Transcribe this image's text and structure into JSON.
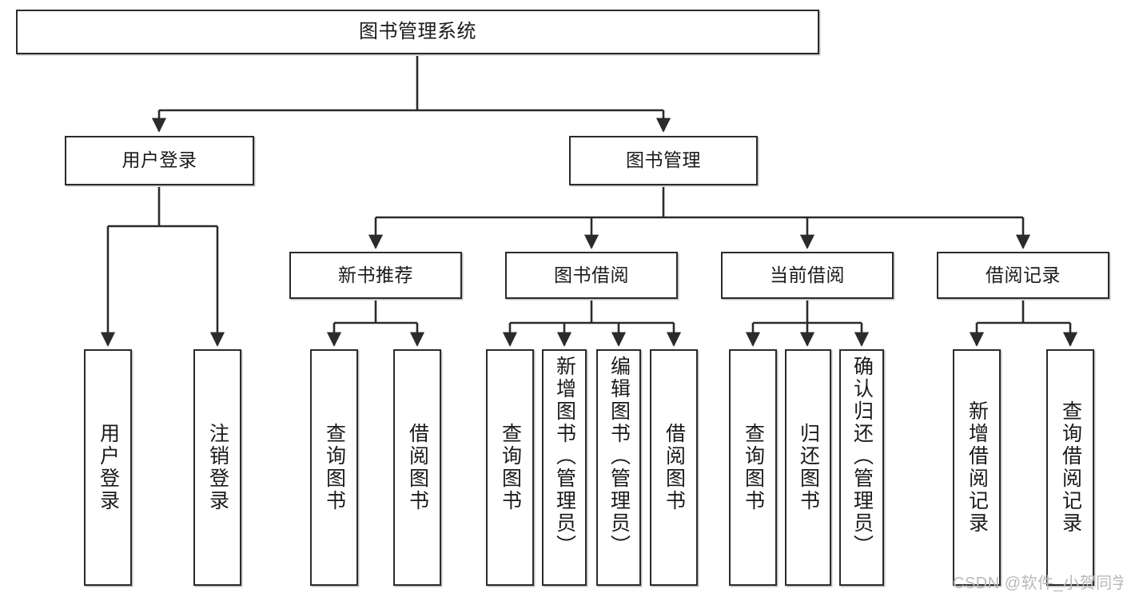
{
  "diagram": {
    "type": "tree",
    "title": "图书管理系统",
    "orientation": "top-down",
    "colors": {
      "node_border": "#2b2b2b",
      "node_fill": "#ffffff",
      "edge": "#2b2b2b",
      "text": "#1a1a1a",
      "watermark": "#b9b9b9",
      "background": "#ffffff"
    },
    "nodes": {
      "root": {
        "label": "图书管理系统"
      },
      "level2": [
        {
          "id": "user-login",
          "label": "用户登录"
        },
        {
          "id": "book-management",
          "label": "图书管理"
        }
      ],
      "level3": [
        {
          "id": "new-book-recommend",
          "label": "新书推荐"
        },
        {
          "id": "book-borrow",
          "label": "图书借阅"
        },
        {
          "id": "current-borrow",
          "label": "当前借阅"
        },
        {
          "id": "borrow-record",
          "label": "借阅记录"
        }
      ],
      "leaves": [
        {
          "id": "leaf-user-login",
          "label": "用户登录",
          "parent": "user-login"
        },
        {
          "id": "leaf-logout",
          "label": "注销登录",
          "parent": "user-login"
        },
        {
          "id": "leaf-query-book-1",
          "label": "查询图书",
          "parent": "new-book-recommend"
        },
        {
          "id": "leaf-borrow-book-1",
          "label": "借阅图书",
          "parent": "new-book-recommend"
        },
        {
          "id": "leaf-query-book-2",
          "label": "查询图书",
          "parent": "book-borrow"
        },
        {
          "id": "leaf-add-book",
          "label": "新增图书（管理员）",
          "parent": "book-borrow"
        },
        {
          "id": "leaf-edit-book",
          "label": "编辑图书（管理员）",
          "parent": "book-borrow"
        },
        {
          "id": "leaf-borrow-book-2",
          "label": "借阅图书",
          "parent": "book-borrow"
        },
        {
          "id": "leaf-query-book-3",
          "label": "查询图书",
          "parent": "current-borrow"
        },
        {
          "id": "leaf-return-book",
          "label": "归还图书",
          "parent": "current-borrow"
        },
        {
          "id": "leaf-confirm-return",
          "label": "确认归还（管理员）",
          "parent": "current-borrow"
        },
        {
          "id": "leaf-add-record",
          "label": "新增借阅记录",
          "parent": "borrow-record"
        },
        {
          "id": "leaf-query-record",
          "label": "查询借阅记录",
          "parent": "borrow-record"
        }
      ]
    }
  },
  "watermark": {
    "text": "CSDN @软件_小贺同学"
  }
}
